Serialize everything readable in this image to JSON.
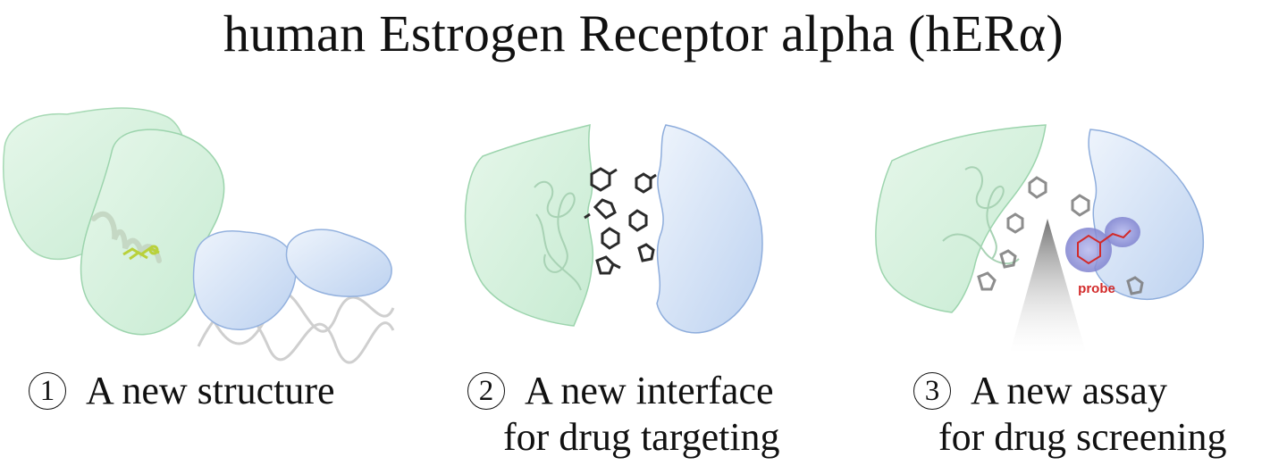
{
  "title": "human Estrogen Receptor alpha (hERα)",
  "panels": [
    {
      "number": "1",
      "line1": "A new structure",
      "line2": ""
    },
    {
      "number": "2",
      "line1": "A new interface",
      "line2": "for drug targeting"
    },
    {
      "number": "3",
      "line1": "A new assay",
      "line2": "for drug screening"
    }
  ],
  "probe_label": "probe",
  "colors": {
    "green_domain": "#d8f2df",
    "green_edge": "#9cd4ad",
    "blue_domain": "#d3e2f7",
    "blue_edge": "#8eaddc",
    "ligand": "#c5d940",
    "molecule": "#2a2a2a",
    "probe": "#d22a2a",
    "probe_cloud": "#8d8fd6"
  }
}
